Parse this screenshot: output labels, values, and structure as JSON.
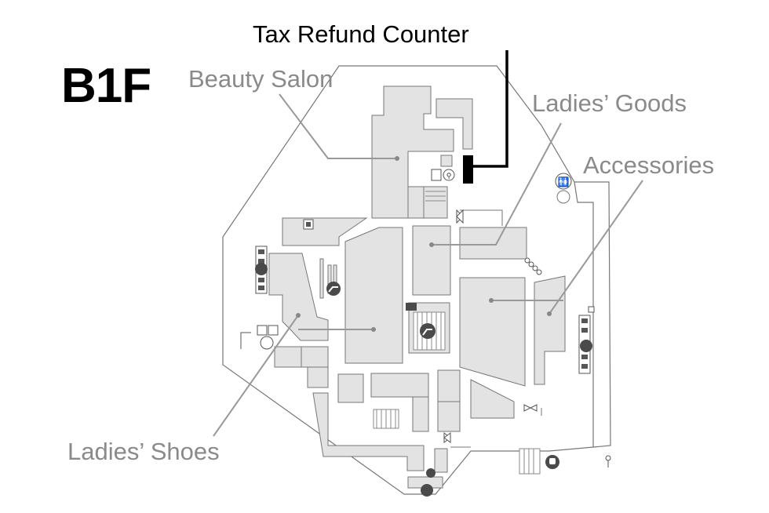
{
  "map": {
    "floor": "B1F",
    "colors": {
      "store_fill": "#e3e3e3",
      "outline": "#777777",
      "callout_text": "#8a8a8a",
      "highlight": "#000000",
      "icon_dark": "#4a4a4a"
    },
    "labels": {
      "tax_refund": "Tax Refund Counter",
      "beauty_salon": "Beauty Salon",
      "ladies_goods": "Ladies’ Goods",
      "accessories": "Accessories",
      "ladies_shoes": "Ladies’ Shoes"
    },
    "icons": {
      "restroom": "restroom-icon",
      "escalator": "escalator-icon",
      "elevator": "elevator-icon",
      "train": "train-icon",
      "info": "info-icon",
      "atm": "atm-icon",
      "locker": "locker-icon"
    }
  }
}
